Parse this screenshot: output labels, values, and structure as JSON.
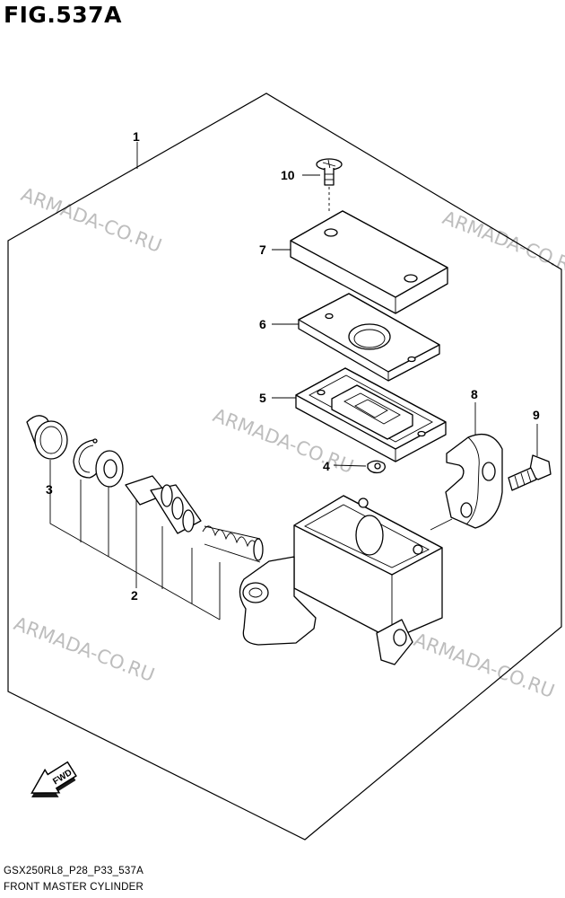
{
  "figure": {
    "title": "FIG.537A",
    "model_code": "GSX250RL8_P28_P33_537A",
    "name": "FRONT MASTER CYLINDER"
  },
  "watermark": "ARMADA-CO.RU",
  "part_labels": [
    "1",
    "2",
    "3",
    "4",
    "5",
    "6",
    "7",
    "8",
    "9",
    "10"
  ],
  "fwd_label": "FWD"
}
